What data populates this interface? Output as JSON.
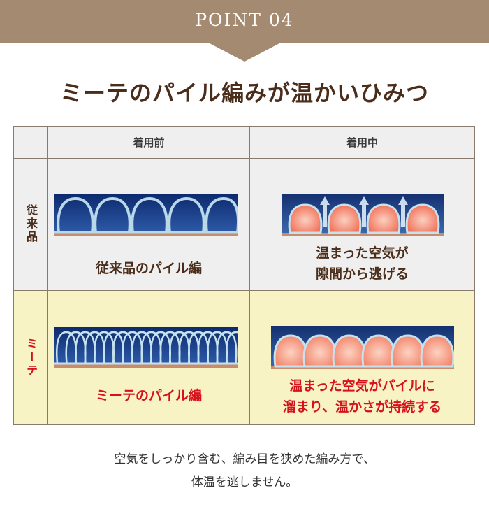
{
  "banner": {
    "label": "POINT 04",
    "color": "#a58a72"
  },
  "headline": "ミーテのパイル編みが温かいひみつ",
  "table": {
    "columns": [
      "着用前",
      "着用中"
    ],
    "rows": [
      {
        "label": "従来品",
        "label_color": "#4a2d1a",
        "before_caption": "従来品のパイル編",
        "during_caption_lines": [
          "温まった空気が",
          "隙間から逃げる"
        ]
      },
      {
        "label": "ミーテ",
        "label_color": "#d7111b",
        "before_caption": "ミーテのパイル編",
        "during_caption_lines": [
          "温まった空気がパイルに",
          "溜まり、温かさが持続する"
        ]
      }
    ]
  },
  "footer_lines": [
    "空気をしっかり含む、編み目を狭めた編み方で、",
    "体温を逃しません。"
  ]
}
